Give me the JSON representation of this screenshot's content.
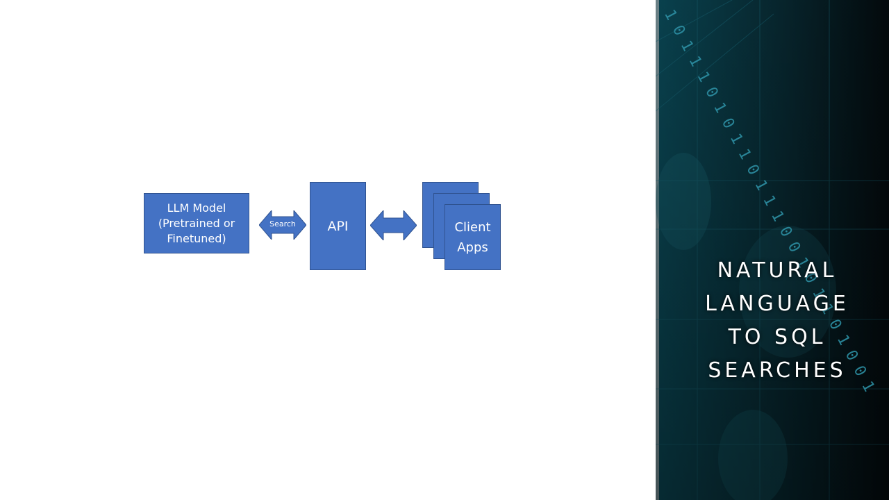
{
  "diagram": {
    "llm_box": {
      "line1": "LLM Model",
      "line2": "(Pretrained or",
      "line3": "Finetuned)"
    },
    "search_arrow_label": "Search",
    "api_box": "API",
    "client_box": {
      "line1": "Client",
      "line2": "Apps"
    }
  },
  "title_panel": {
    "title_line1": "NATURAL",
    "title_line2": "LANGUAGE",
    "title_line3": "TO SQL",
    "title_line4": "SEARCHES",
    "binary_text": "1011101011011100101101001",
    "colors": {
      "panel_dark": "#061418",
      "panel_teal": "#0b4d5c",
      "binary": "#2d8fa3",
      "box": "#4472c4"
    }
  }
}
